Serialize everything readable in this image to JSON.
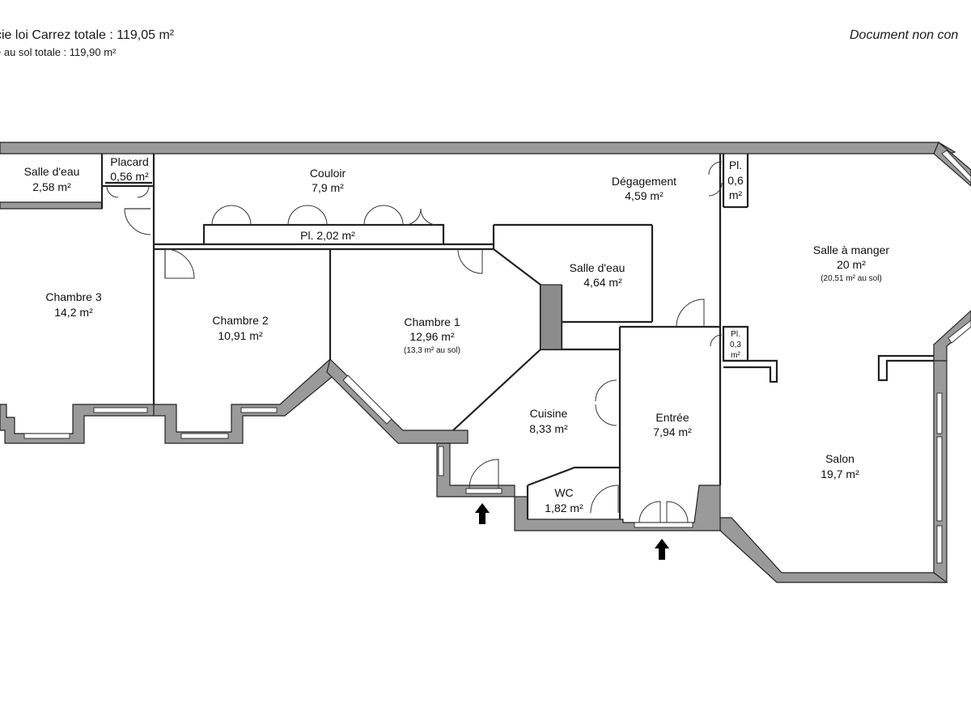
{
  "header": {
    "carrez_total": "cie loi Carrez totale :  119,05 m²",
    "sol_total": "e au sol totale :  119,90 m²",
    "disclaimer": "Document non con"
  },
  "rooms": {
    "salle_deau_1": {
      "name": "Salle d'eau",
      "area": "2,58 m²"
    },
    "placard": {
      "name": "Placard",
      "area": "0,56 m²"
    },
    "couloir": {
      "name": "Couloir",
      "area": "7,9 m²"
    },
    "degagement": {
      "name": "Dégagement",
      "area": "4,59 m²"
    },
    "pl_06": {
      "name": "Pl.",
      "area_num": "0,6",
      "area_unit": "m²"
    },
    "salle_a_manger": {
      "name": "Salle à manger",
      "area": "20 m²",
      "note": "(20,51 m² au sol)"
    },
    "pl_202": {
      "name": "Pl. 2,02 m²"
    },
    "chambre_3": {
      "name": "Chambre 3",
      "area": "14,2 m²"
    },
    "chambre_2": {
      "name": "Chambre 2",
      "area": "10,91 m²"
    },
    "chambre_1": {
      "name": "Chambre 1",
      "area": "12,96 m²",
      "note": "(13,3 m² au sol)"
    },
    "salle_deau_2": {
      "name": "Salle d'eau",
      "area": "4,64 m²"
    },
    "pl_03": {
      "name": "Pl.",
      "area_num": "0,3",
      "area_unit": "m²"
    },
    "cuisine": {
      "name": "Cuisine",
      "area": "8,33 m²"
    },
    "entree": {
      "name": "Entrée",
      "area": "7,94 m²"
    },
    "salon": {
      "name": "Salon",
      "area": "19,7 m²"
    },
    "wc": {
      "name": "WC",
      "area": "1,82 m²"
    }
  },
  "colors": {
    "wall": "#9a9a9a",
    "line": "#222222",
    "background": "#ffffff"
  }
}
